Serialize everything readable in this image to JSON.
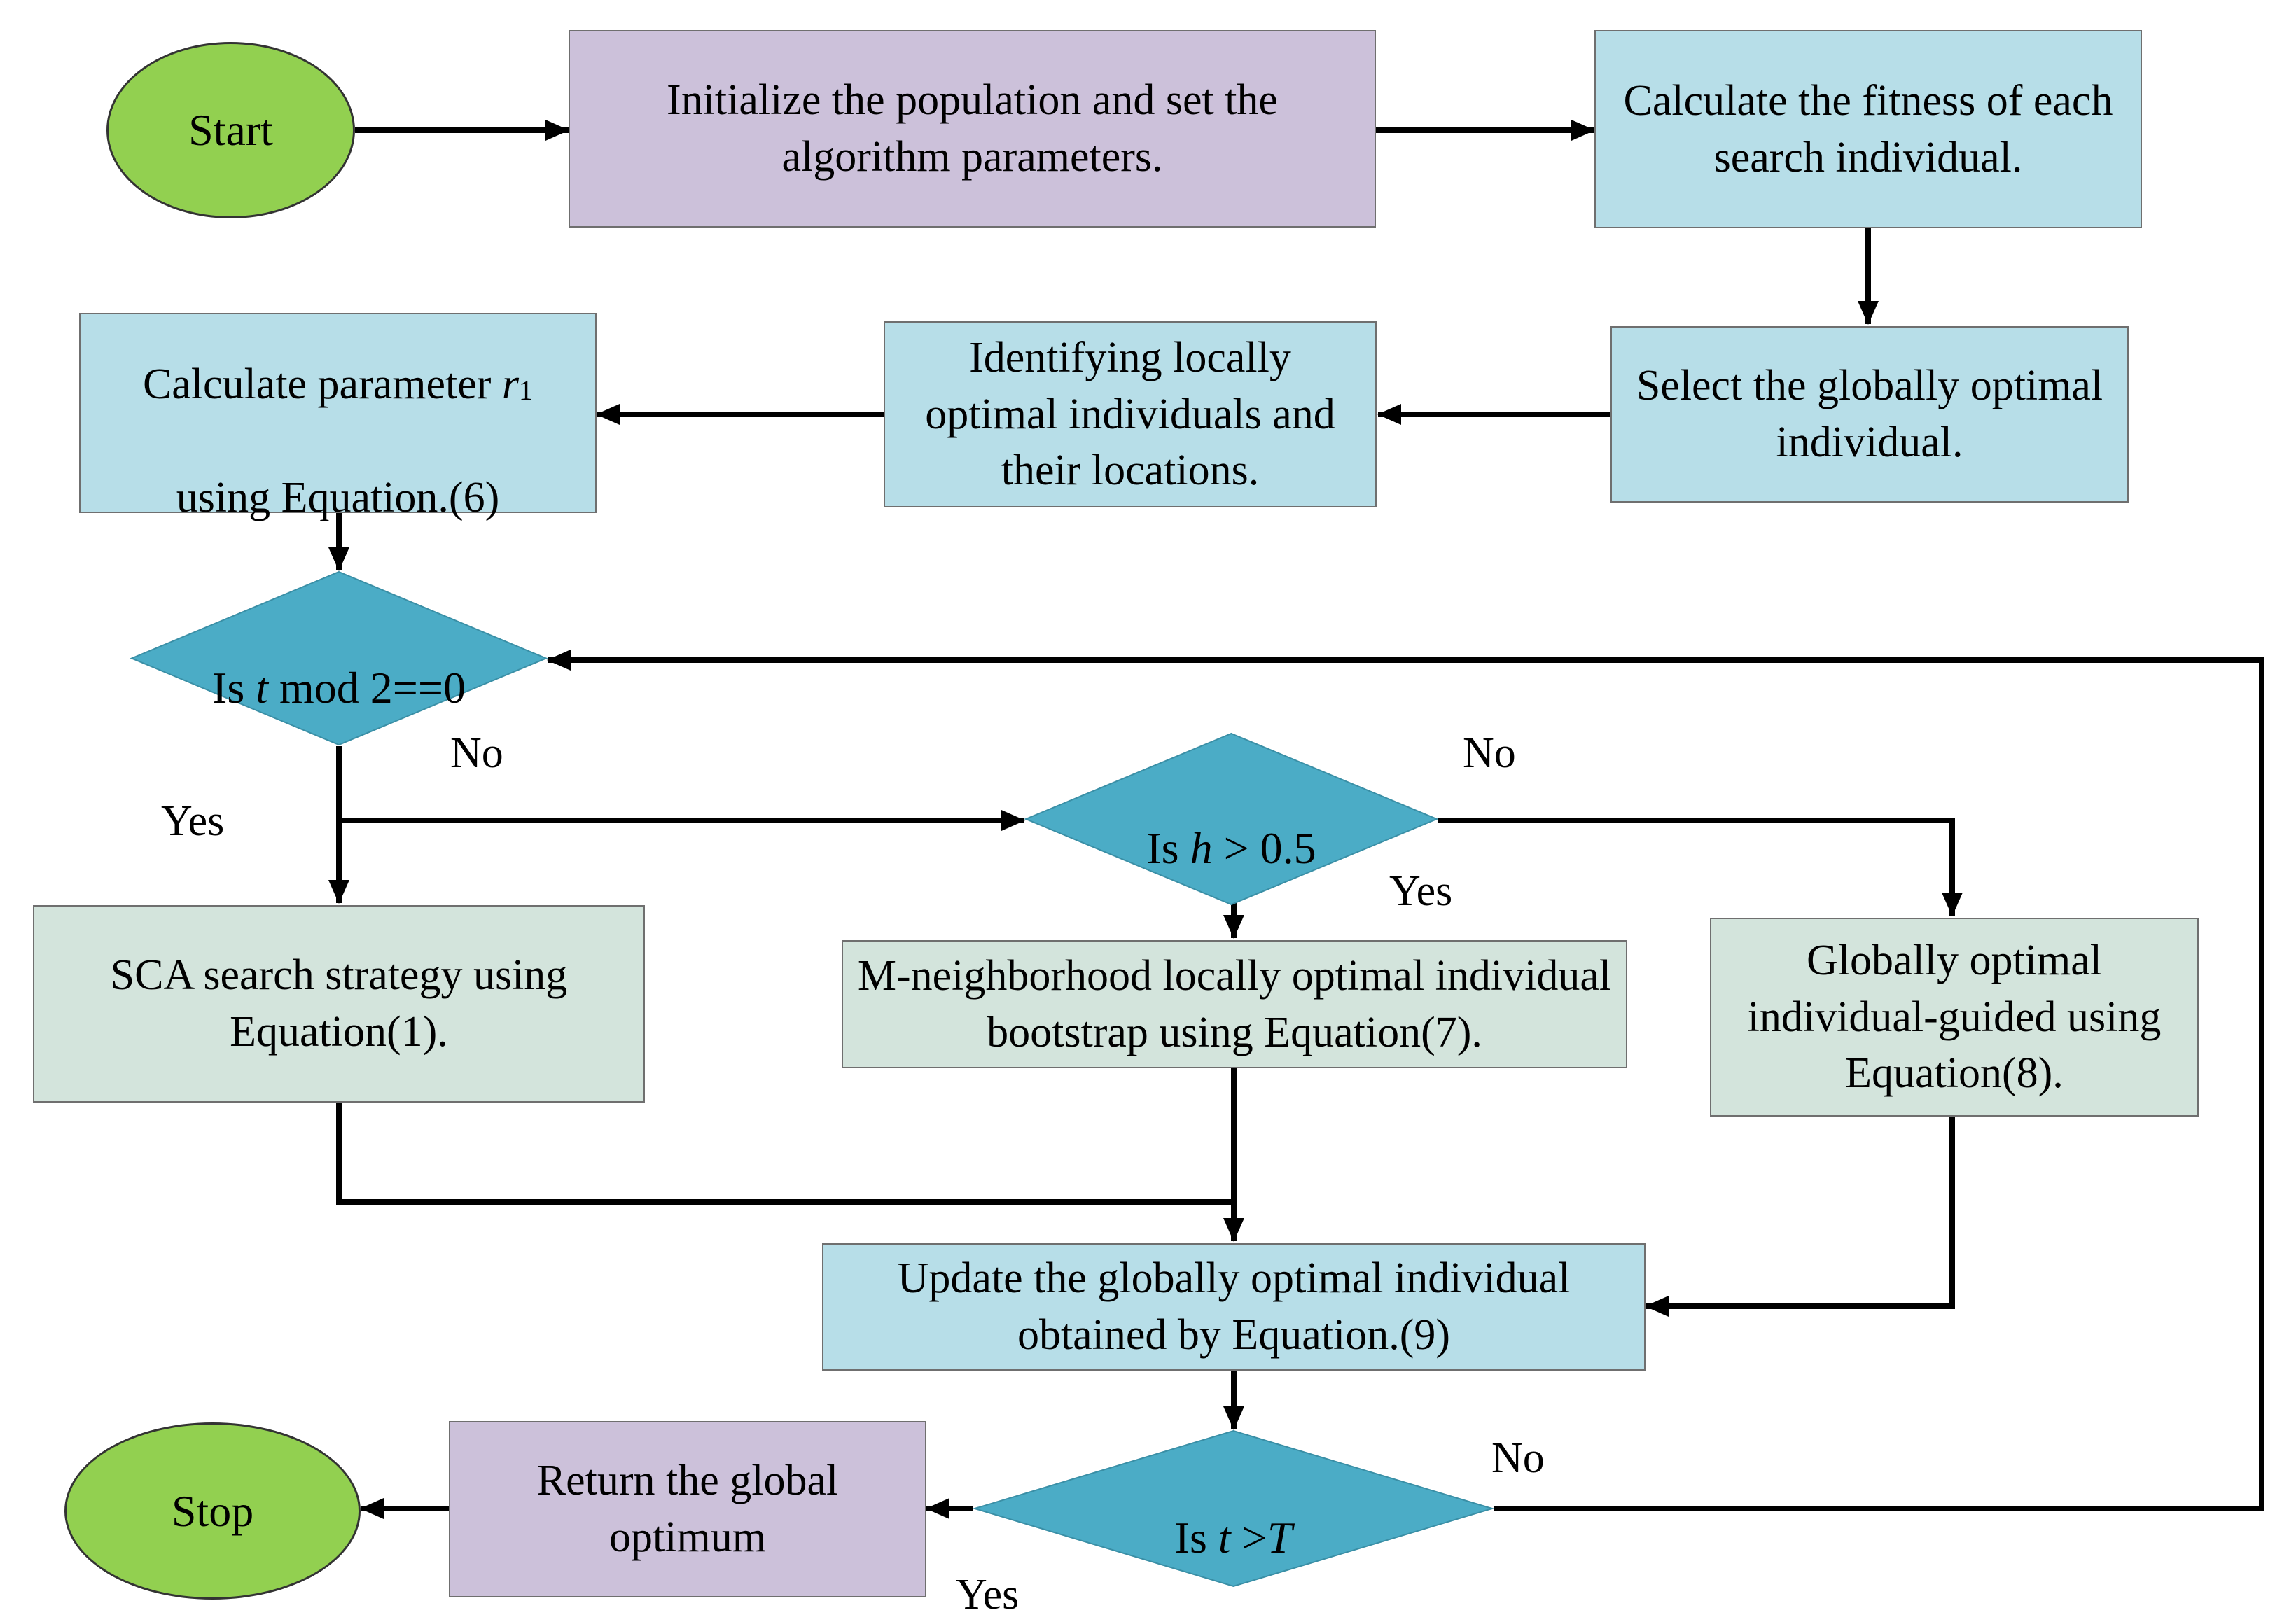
{
  "nodes": {
    "start": "Start",
    "init": "Initialize the population and set the algorithm parameters.",
    "fitness": "Calculate the fitness of each search individual.",
    "select_global": "Select the globally optimal individual.",
    "identify_local": "Identifying locally optimal individuals and their locations.",
    "calc_r1": {
      "prefix": "Calculate parameter ",
      "var": "r",
      "sub": "1",
      "suffix": "using Equation.(6)"
    },
    "is_t_mod": {
      "prefix": "Is ",
      "var": "t",
      "suffix": " mod 2==0"
    },
    "is_h": {
      "prefix": "Is ",
      "var": "h",
      "suffix": " > 0.5"
    },
    "sca": "SCA search strategy using Equation(1).",
    "m_neighborhood": "M-neighborhood locally optimal individual bootstrap using Equation(7).",
    "global_guided": "Globally optimal individual-guided using Equation(8).",
    "update_global": "Update the globally optimal individual obtained by Equation.(9)",
    "is_t_gt": {
      "prefix": "Is ",
      "var": "t",
      "mid": " >",
      "var2": "T"
    },
    "return_global": "Return the global optimum",
    "stop": "Stop"
  },
  "labels": {
    "tmod_no": "No",
    "tmod_yes": "Yes",
    "h_no": "No",
    "h_yes": "Yes",
    "tgt_no": "No",
    "tgt_yes": "Yes"
  },
  "colors": {
    "terminal": "#92d050",
    "process_purple": "#ccc1da",
    "process_blue": "#b7dee8",
    "process_gray": "#d3e4dc",
    "decision": "#4bacc6",
    "edge": "#000000"
  }
}
